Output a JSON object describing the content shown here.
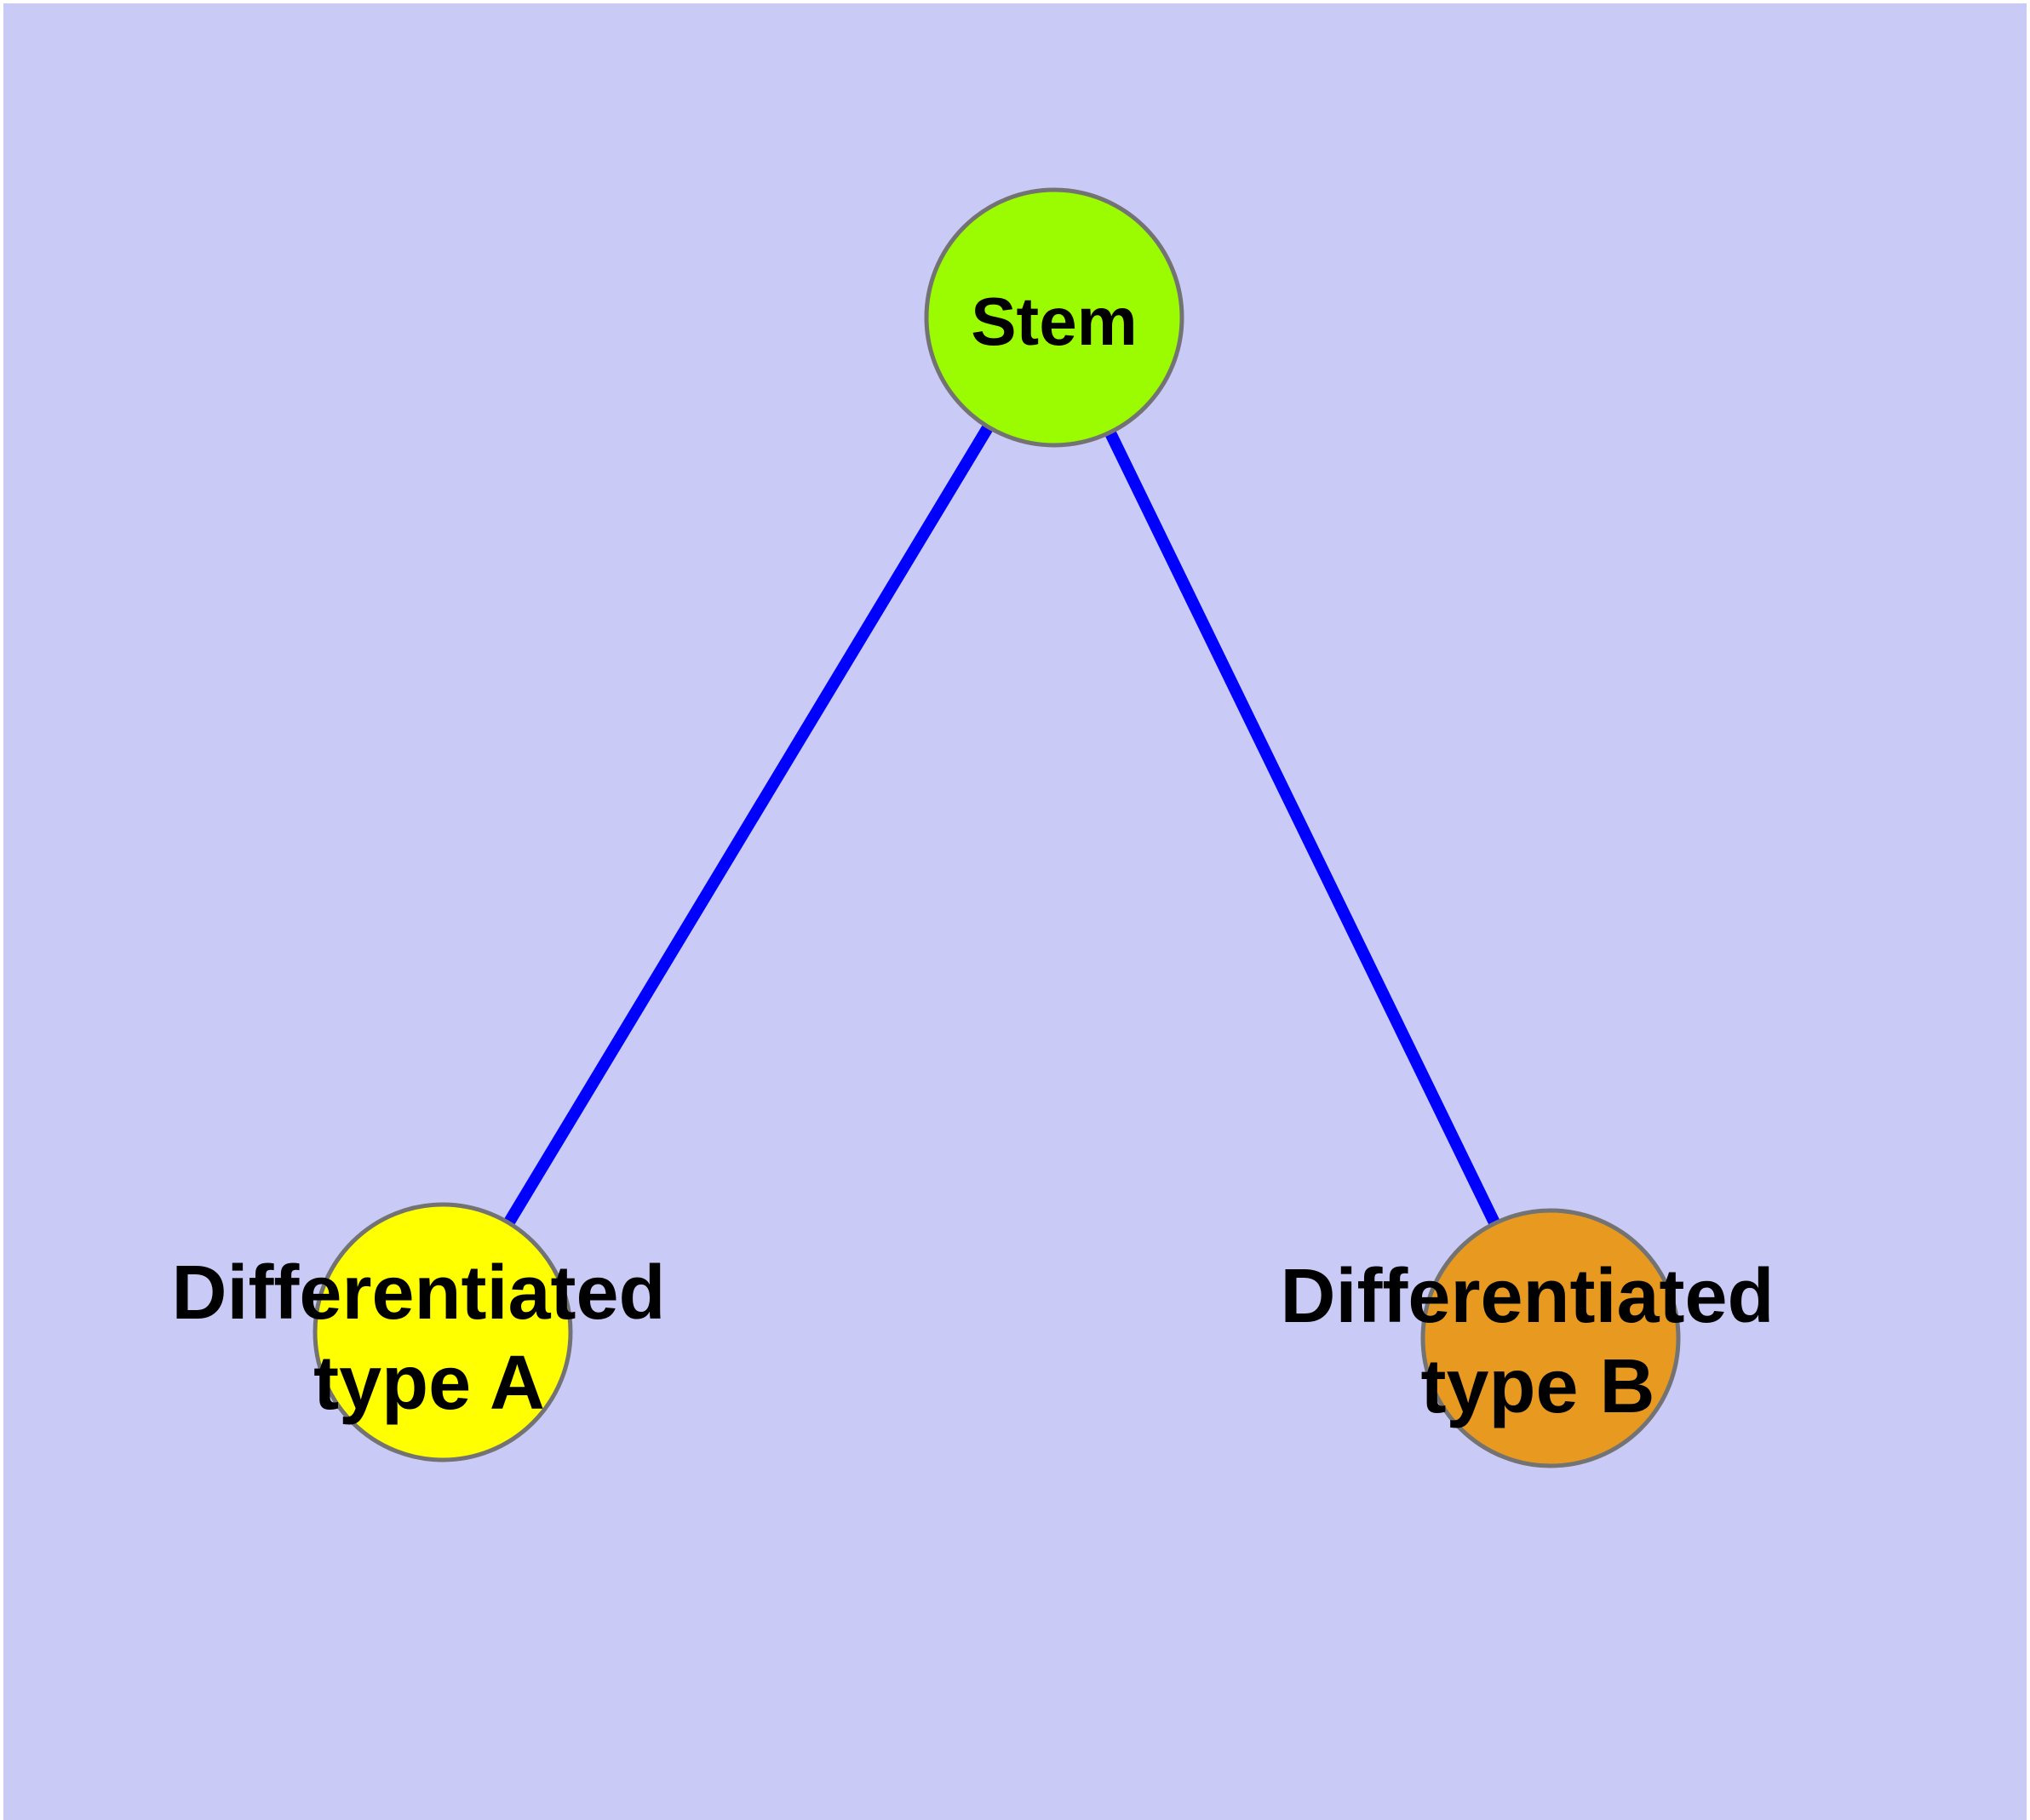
{
  "diagram": {
    "background_color": "#CACAF7",
    "frame_color": "#FFFFFF",
    "edge_color": "#0000FF",
    "node_outline_color": "#737373",
    "text_color": "#000000",
    "nodes": [
      {
        "id": "stem",
        "label": "Stem",
        "fill": "#9BFB00"
      },
      {
        "id": "differentiated-type-a",
        "label": "Differentiated type A",
        "label_line1": "Differentiated",
        "label_line2": "type A",
        "fill": "#FFFF00"
      },
      {
        "id": "differentiated-type-b",
        "label": "Differentiated type B",
        "label_line1": "Differentiated",
        "label_line2": "type B",
        "fill": "#E89A20"
      }
    ],
    "edges": [
      {
        "from": "stem",
        "to": "differentiated-type-a"
      },
      {
        "from": "stem",
        "to": "differentiated-type-b"
      }
    ]
  }
}
